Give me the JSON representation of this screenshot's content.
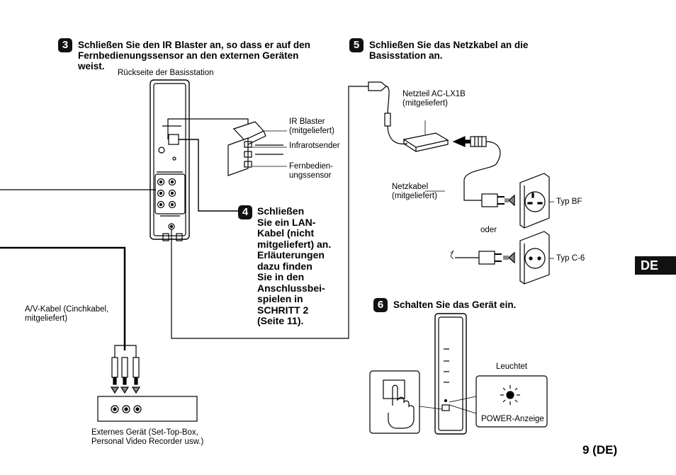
{
  "step3": {
    "number": "3",
    "line1": "Schließen Sie den IR Blaster an, so dass er auf den",
    "line2": "Fernbedienungssensor an den externen Geräten",
    "line3": "weist.",
    "rear_label": "Rückseite der Basisstation"
  },
  "ir": {
    "blaster_line1": "IR Blaster",
    "blaster_line2": "(mitgeliefert)",
    "emitter": "Infrarotsender",
    "sensor_line1": "Fernbedien-",
    "sensor_line2": "ungssensor"
  },
  "step4": {
    "number": "4",
    "lines": [
      "Schließen",
      "Sie ein LAN-",
      "Kabel (nicht",
      "mitgeliefert) an.",
      "Erläuterungen",
      "dazu finden",
      "Sie in den",
      "Anschlussbei-",
      "spielen in",
      "SCHRITT 2",
      "(Seite 11)."
    ]
  },
  "step5": {
    "number": "5",
    "line1": "Schließen Sie das Netzkabel an die",
    "line2": "Basisstation an.",
    "adapter_line1": "Netzteil AC-LX1B",
    "adapter_line2": "(mitgeliefert)",
    "cable_line1": "Netzkabel",
    "cable_line2": "(mitgeliefert)",
    "type_bf": "Typ BF",
    "or": "oder",
    "type_c6": "Typ C-6"
  },
  "step6": {
    "number": "6",
    "heading": "Schalten Sie das Gerät ein.",
    "lights": "Leuchtet",
    "power_label": "POWER-Anzeige"
  },
  "av": {
    "cable_line1": "A/V-Kabel (Cinchkabel,",
    "cable_line2": "mitgeliefert)",
    "device_line1": "Externes Gerät (Set-Top-Box,",
    "device_line2": "Personal Video Recorder usw.)"
  },
  "side_tab": "DE",
  "page_number": "9 (DE)"
}
